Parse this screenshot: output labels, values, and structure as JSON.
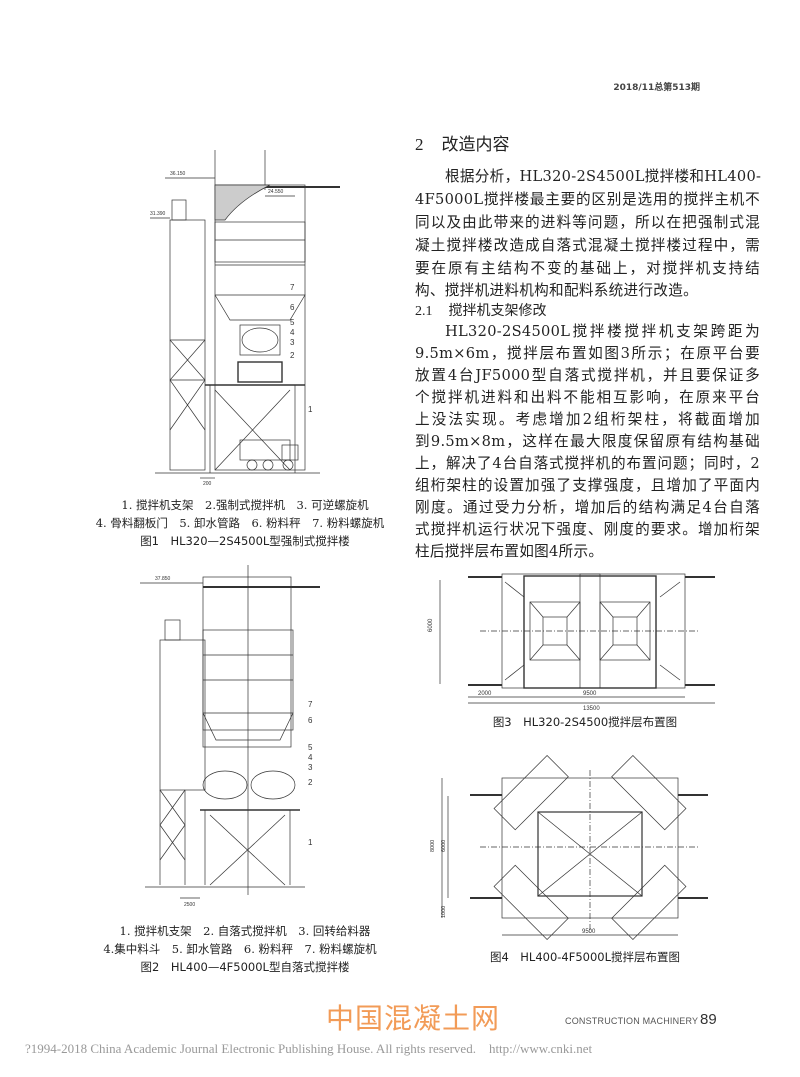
{
  "header": {
    "issue": "2018/11总第513期"
  },
  "section": {
    "number": "2",
    "title": "改造内容",
    "p1": [
      "根据分析，HL320-2S4500L搅拌楼和HL400-",
      "4F5000L搅拌楼最主要的区别是选用的搅拌主机不",
      "同以及由此带来的进料等问题，所以在把强制式混",
      "凝土搅拌楼改造成自落式混凝土搅拌楼过程中，需",
      "要在原有主结构不变的基础上，对搅拌机支持结",
      "构、搅拌机进料机构和配料系统进行改造。"
    ],
    "sub_number": "2.1",
    "sub_title": "搅拌机支架修改",
    "p2": [
      "HL320-2S4500L搅拌楼搅拌机支架跨距为",
      "9.5m×6m，搅拌层布置如图3所示；在原平台要",
      "放置4台JF5000型自落式搅拌机，并且要保证多",
      "个搅拌机进料和出料不能相互影响，在原来平台",
      "上没法实现。考虑增加2组桁架柱，将截面增加",
      "到9.5m×8m，这样在最大限度保留原有结构基础",
      "上，解决了4台自落式搅拌机的布置问题；同时，2",
      "组桁架柱的设置加强了支撑强度，且增加了平面内",
      "刚度。通过受力分析，增加后的结构满足4台自落",
      "式搅拌机运行状况下强度、刚度的要求。增加桁架",
      "柱后搅拌层布置如图4所示。"
    ]
  },
  "fig1": {
    "legend": [
      "1. 搅拌机支架　2.强制式搅拌机　3. 可逆螺旋机",
      "4. 骨料翻板门　5. 卸水管路　6. 粉料秤　7. 粉料螺旋机"
    ],
    "caption": "图1　HL320—2S4500L型强制式搅拌楼",
    "elev": [
      "36.150",
      "31.390",
      "24.550"
    ],
    "dim": "200",
    "callouts": [
      "7",
      "6",
      "5",
      "4",
      "3",
      "2",
      "1"
    ]
  },
  "fig2": {
    "legend": [
      "1. 搅拌机支架　2. 自落式搅拌机　3. 回转给料器",
      "4.集中料斗　5. 卸水管路　6. 粉料秤　7. 粉料螺旋机"
    ],
    "caption": "图2　HL400—4F5000L型自落式搅拌楼",
    "elev": "37.850",
    "dim": "2500",
    "callouts": [
      "7",
      "6",
      "5",
      "4",
      "3",
      "2",
      "1"
    ]
  },
  "fig3": {
    "caption": "图3　HL320-2S4500搅拌层布置图",
    "dims": {
      "height": "6000",
      "side": "2000",
      "span": "9500",
      "total": "13500"
    }
  },
  "fig4": {
    "caption": "图4　HL400-4F5000L搅拌层布置图",
    "dims": {
      "outer": "8000",
      "inner": "6000",
      "bottom": "1000",
      "span": "9500"
    }
  },
  "footer": {
    "journal": "CONSTRUCTION MACHINERY",
    "page": "89",
    "copyright": "?1994-2018 China Academic Journal Electronic Publishing House. All rights reserved.　http://www.cnki.net",
    "watermark": "中国混凝土网"
  }
}
